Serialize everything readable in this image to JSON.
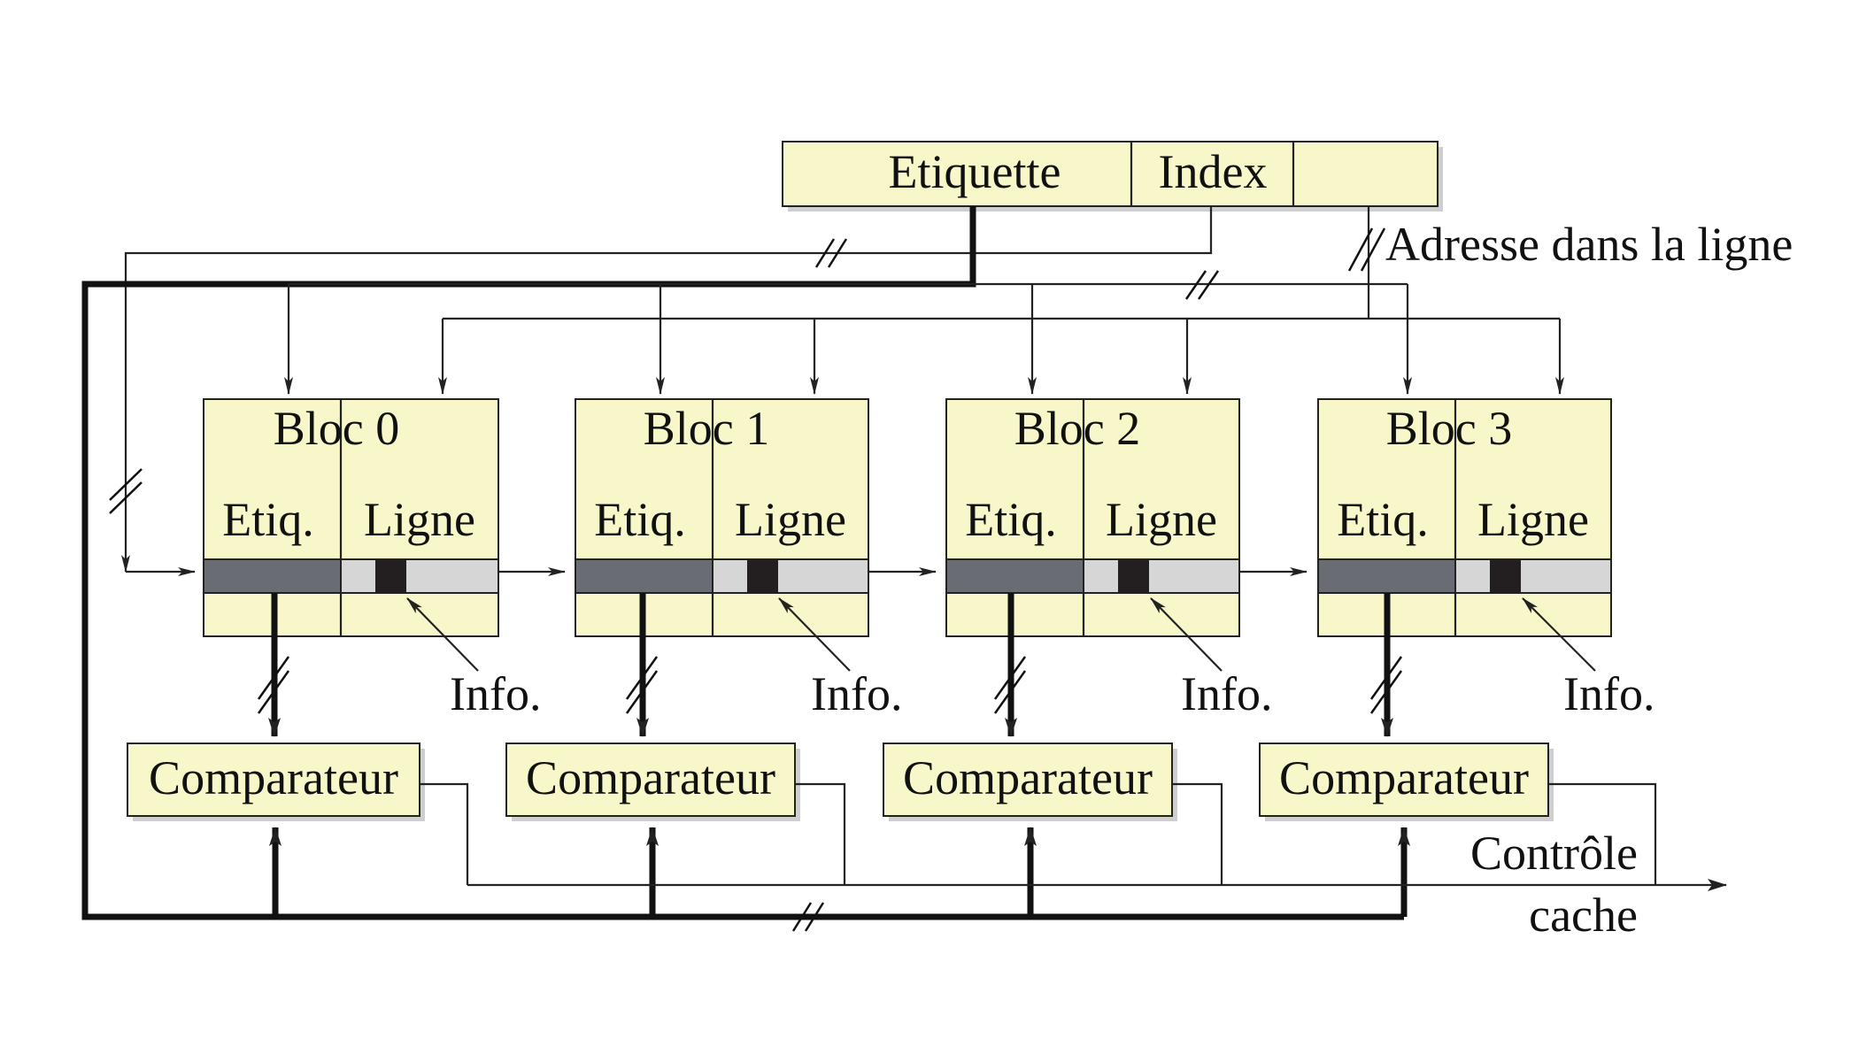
{
  "address": {
    "tag_label": "Etiquette",
    "index_label": "Index",
    "offset_label": "Adresse dans la ligne"
  },
  "blocks": [
    {
      "title": "Bloc 0",
      "tag_label": "Etiq.",
      "line_label": "Ligne",
      "info_label": "Info.",
      "comparator_label": "Comparateur"
    },
    {
      "title": "Bloc 1",
      "tag_label": "Etiq.",
      "line_label": "Ligne",
      "info_label": "Info.",
      "comparator_label": "Comparateur"
    },
    {
      "title": "Bloc 2",
      "tag_label": "Etiq.",
      "line_label": "Ligne",
      "info_label": "Info.",
      "comparator_label": "Comparateur"
    },
    {
      "title": "Bloc 3",
      "tag_label": "Etiq.",
      "line_label": "Ligne",
      "info_label": "Info.",
      "comparator_label": "Comparateur"
    }
  ],
  "output": {
    "line1": "Contrôle",
    "line2": "cache"
  }
}
